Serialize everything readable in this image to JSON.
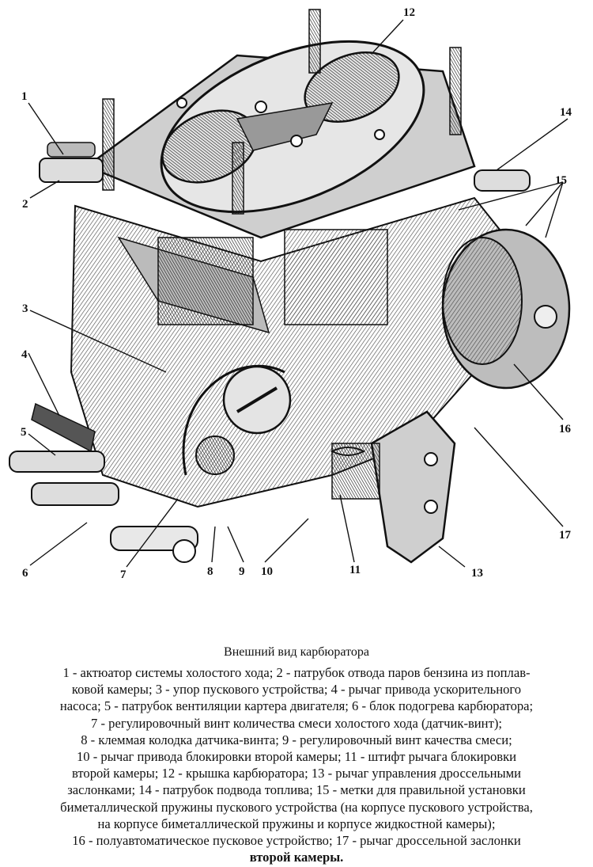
{
  "figure": {
    "callouts": [
      {
        "id": "c1",
        "text": "1"
      },
      {
        "id": "c2",
        "text": "2"
      },
      {
        "id": "c3",
        "text": "3"
      },
      {
        "id": "c4",
        "text": "4"
      },
      {
        "id": "c5",
        "text": "5"
      },
      {
        "id": "c6",
        "text": "6"
      },
      {
        "id": "c7",
        "text": "7"
      },
      {
        "id": "c8",
        "text": "8"
      },
      {
        "id": "c9",
        "text": "9"
      },
      {
        "id": "c10",
        "text": "10"
      },
      {
        "id": "c11",
        "text": "11"
      },
      {
        "id": "c12",
        "text": "12"
      },
      {
        "id": "c13",
        "text": "13"
      },
      {
        "id": "c14",
        "text": "14"
      },
      {
        "id": "c15",
        "text": "15"
      },
      {
        "id": "c16",
        "text": "16"
      },
      {
        "id": "c17",
        "text": "17"
      }
    ]
  },
  "caption": {
    "title": "Внешний вид карбюратора",
    "lines": [
      "1 - актюатор системы холостого хода; 2 - патрубок отвода паров бензина из поплав-",
      "ковой камеры; 3 - упор пускового устройства; 4 - рычаг привода ускорительного",
      "насоса; 5 - патрубок вентиляции картера двигателя; 6 - блок подогрева карбюратора;",
      "7 - регулировочный винт количества смеси холостого хода (датчик-винт);",
      "8 - клеммая колодка датчика-винта; 9 - регулировочный винт качества смеси;",
      "10 - рычаг привода блокировки второй камеры; 11 - штифт рычага блокировки",
      "второй камеры; 12 - крышка карбюратора; 13 - рычаг управления дроссельными",
      "заслонками; 14 - патрубок подвода топлива; 15 - метки для правильной установки",
      "биметаллической пружины пускового устройства (на корпусе пускового устройства,",
      "на корпусе биметаллической пружины и корпусе жидкостной камеры);",
      "16 - полуавтоматическое пусковое устройство; 17 - рычаг дроссельной заслонки",
      "второй камеры."
    ]
  }
}
